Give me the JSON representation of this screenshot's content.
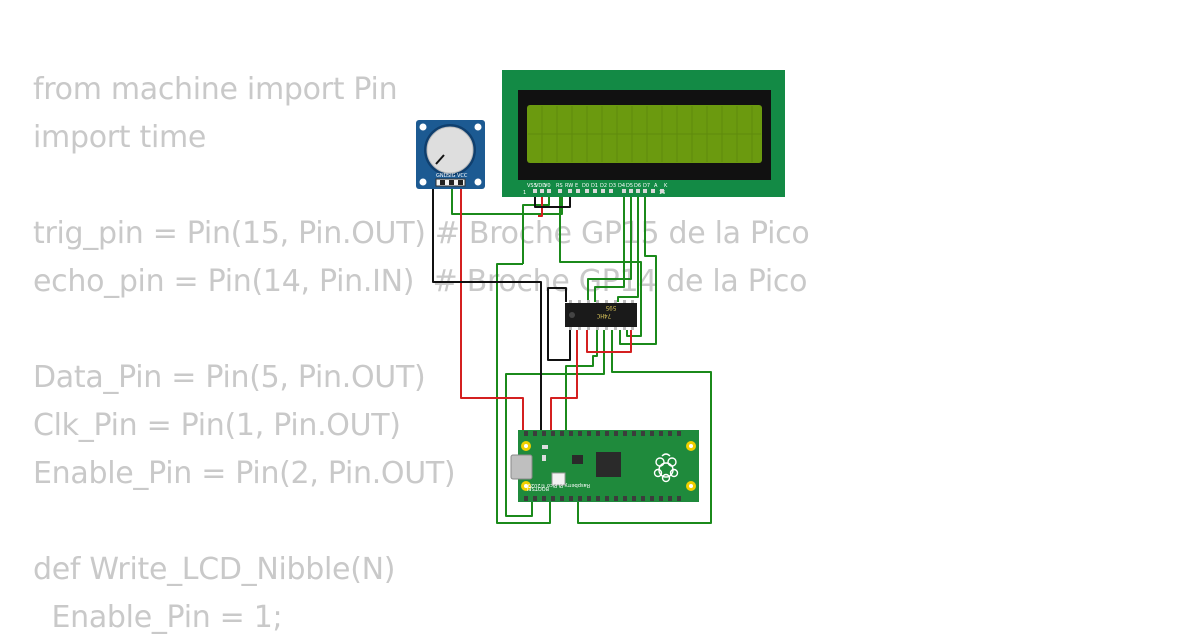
{
  "code_lines": [
    "from machine import Pin",
    "import time",
    "",
    "trig_pin = Pin(15, Pin.OUT) # Broche GP15 de la Pico",
    "echo_pin = Pin(14, Pin.IN)  # Broche GP14 de la Pico",
    "",
    "Data_Pin = Pin(5, Pin.OUT)",
    "Clk_Pin = Pin(1, Pin.OUT)",
    "Enable_Pin = Pin(2, Pin.OUT)",
    "",
    "def Write_LCD_Nibble(N)",
    "  Enable_Pin = 1;"
  ],
  "lcd": {
    "pin_labels": [
      "VSS",
      "VDD",
      "V0",
      "RS",
      "RW",
      "E",
      "D0",
      "D1",
      "D2",
      "D3",
      "D4",
      "D5",
      "D6",
      "D7",
      "A",
      "K"
    ],
    "pin_number_first": "1",
    "pin_number_last": "16",
    "colors": {
      "board": "#138a45",
      "bezel": "#111111",
      "screen": "#6b9a0f"
    }
  },
  "potentiometer": {
    "pin_labels": [
      "GND",
      "SIG",
      "VCC"
    ],
    "colors": {
      "board": "#1c5a92"
    }
  },
  "shift_register": {
    "label_line1": "74HC",
    "label_line2": "595",
    "colors": {
      "body": "#1a1a1a"
    }
  },
  "pico": {
    "silkscreen": "Raspberry Pi Pico ©2020",
    "bootsel": "BOOTSEL",
    "colors": {
      "board": "#1f8a3c"
    }
  },
  "wire_colors": {
    "green": "#1b8a1b",
    "red": "#d42020",
    "black": "#111111"
  }
}
